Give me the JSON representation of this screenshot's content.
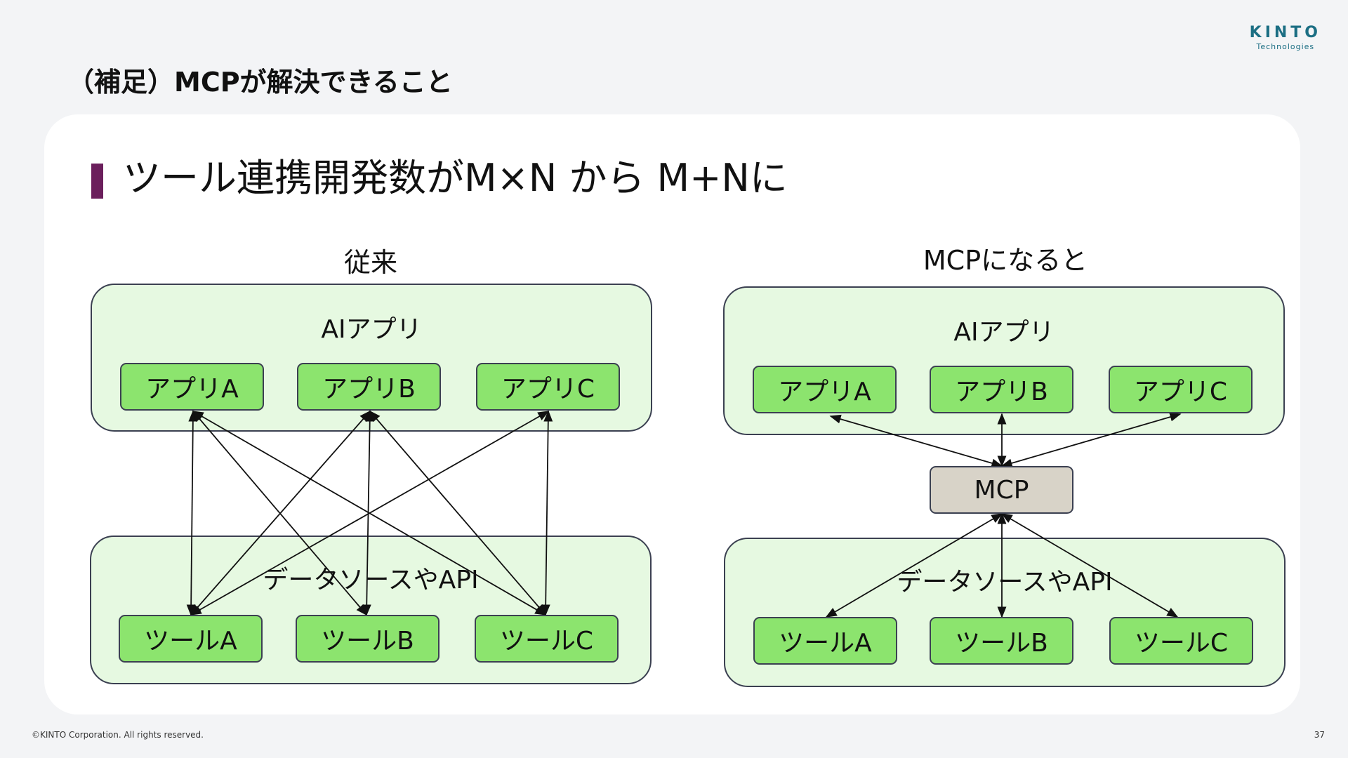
{
  "logo": {
    "main": "KINTO",
    "sub": "Technologies"
  },
  "page_title": "（補足）MCPが解決できること",
  "subtitle": "ツール連携開発数がM×N から M+Nに",
  "left_panel": {
    "title": "従来",
    "top_group_label": "AIアプリ",
    "bottom_group_label": "データソースやAPI",
    "apps": [
      "アプリA",
      "アプリB",
      "アプリC"
    ],
    "tools": [
      "ツールA",
      "ツールB",
      "ツールC"
    ]
  },
  "right_panel": {
    "title": "MCPになると",
    "top_group_label": "AIアプリ",
    "bottom_group_label": "データソースやAPI",
    "apps": [
      "アプリA",
      "アプリB",
      "アプリC"
    ],
    "hub": "MCP",
    "tools": [
      "ツールA",
      "ツールB",
      "ツールC"
    ]
  },
  "footer": {
    "copyright": "©KINTO Corporation. All rights reserved.",
    "page_number": "37"
  },
  "colors": {
    "accent_bar": "#6b1f5c",
    "node_fill": "#8ce46e",
    "group_fill": "#e6f9e1",
    "hub_fill": "#d8d3c8",
    "logo": "#1b6e83"
  }
}
